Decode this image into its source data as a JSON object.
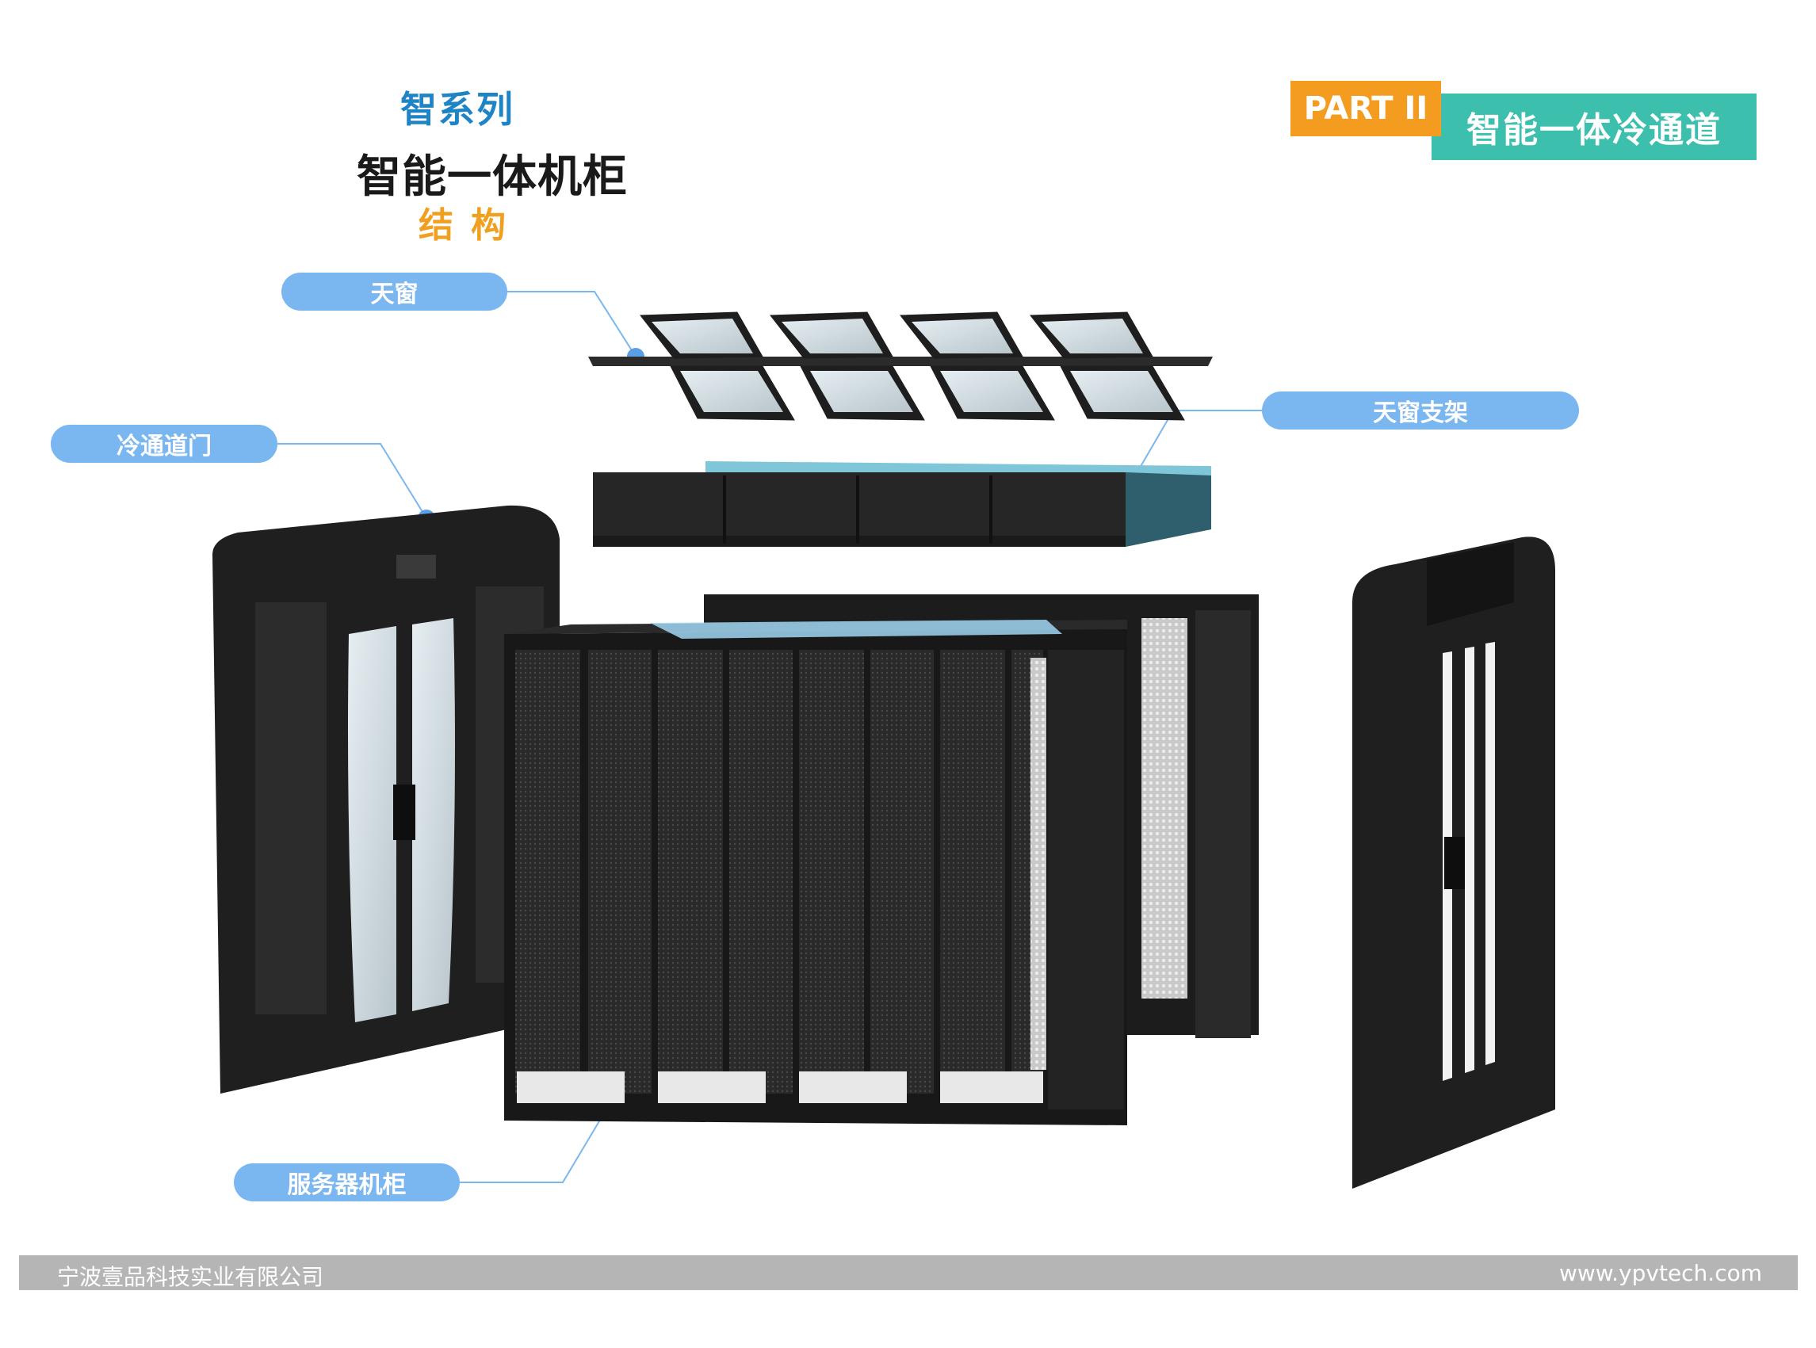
{
  "header": {
    "series": "智系列",
    "product": "智能一体机柜",
    "section": "结构"
  },
  "part_badge": {
    "number": "PART II",
    "title": "智能一体冷通道"
  },
  "callouts": {
    "skylight": "天窗",
    "skylight_bracket": "天窗支架",
    "cold_aisle_door": "冷通道门",
    "server_rack": "服务器机柜"
  },
  "footer": {
    "company": "宁波壹品科技实业有限公司",
    "url": "www.ypvtech.com"
  },
  "colors": {
    "series_blue": "#1f84c6",
    "section_orange": "#f0a020",
    "badge_orange": "#f39c1f",
    "badge_teal": "#3dbfae",
    "pill_blue": "#7ab6f0",
    "footer_gray": "#b5b5b5"
  }
}
